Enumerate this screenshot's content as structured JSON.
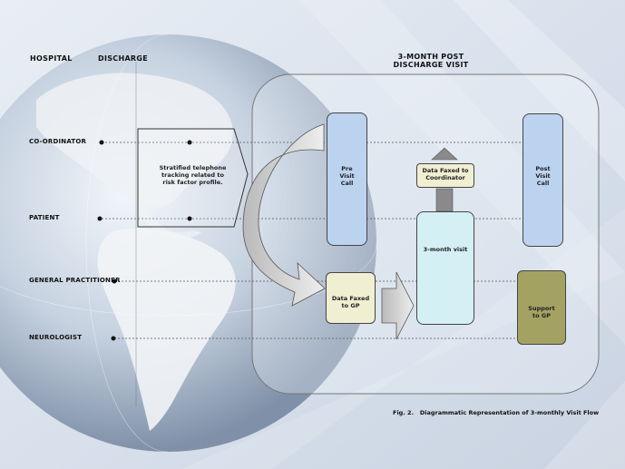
{
  "header": {
    "hospital": "HOSPITAL",
    "discharge": "DISCHARGE",
    "post_visit_line1": "3-MONTH POST",
    "post_visit_line2": "DISCHARGE VISIT"
  },
  "roles": {
    "coordinator": "CO-ORDINATOR",
    "patient": "PATIENT",
    "gp": "GENERAL PRACTITIONER",
    "neurologist": "NEUROLOGIST"
  },
  "boxes": {
    "tracking_line1": "Stratified telephone",
    "tracking_line2": "tracking related to",
    "tracking_line3": "risk factor profile.",
    "pre_visit_line1": "Pre",
    "pre_visit_line2": "Visit",
    "pre_visit_line3": "Call",
    "data_faxed_gp_line1": "Data Faxed",
    "data_faxed_gp_line2": "to GP",
    "data_faxed_coord_line1": "Data Faxed to",
    "data_faxed_coord_line2": "Coordinator",
    "three_month_visit": "3-month visit",
    "post_visit_line1": "Post",
    "post_visit_line2": "Visit",
    "post_visit_line3": "Call",
    "support_gp_line1": "Support",
    "support_gp_line2": "to GP"
  },
  "caption": "Fig. 2.   Diagrammatic Representation of 3-monthly Visit Flow",
  "colors": {
    "blue_box": "#bcd3f0",
    "cream_box": "#f0efd2",
    "cyan_box": "#d4f0f5",
    "olive_box": "#a4a263",
    "arrow_gray": "#8a8a8a"
  }
}
